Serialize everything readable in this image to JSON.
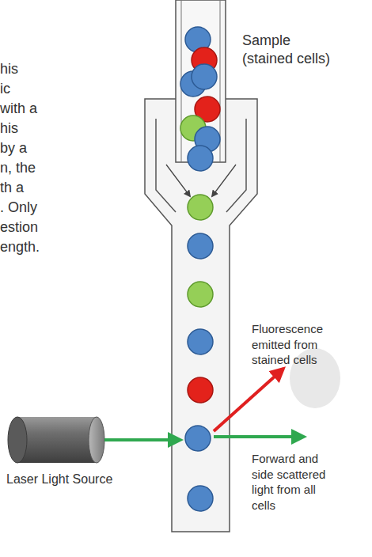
{
  "diagram": {
    "labels": [
      "his",
      "ic",
      "with a",
      "his",
      "by a",
      "n, the",
      "th a",
      ". Only",
      "estion",
      "ength.",
      "Sample (stained cells)",
      "Fluorescence emitted from stained cells",
      "Forward and side scattered light from all cells",
      "Laser Light Source"
    ]
  }
}
